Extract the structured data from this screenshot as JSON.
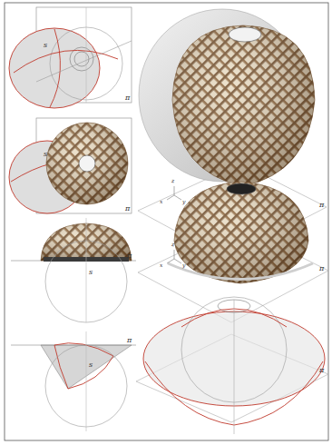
{
  "diagram": {
    "labels": [
      "π",
      "π",
      "π",
      "π",
      "π",
      "π",
      "π",
      "s",
      "s",
      "s",
      "s",
      "z",
      "x",
      "y",
      "z",
      "x",
      "y"
    ]
  }
}
